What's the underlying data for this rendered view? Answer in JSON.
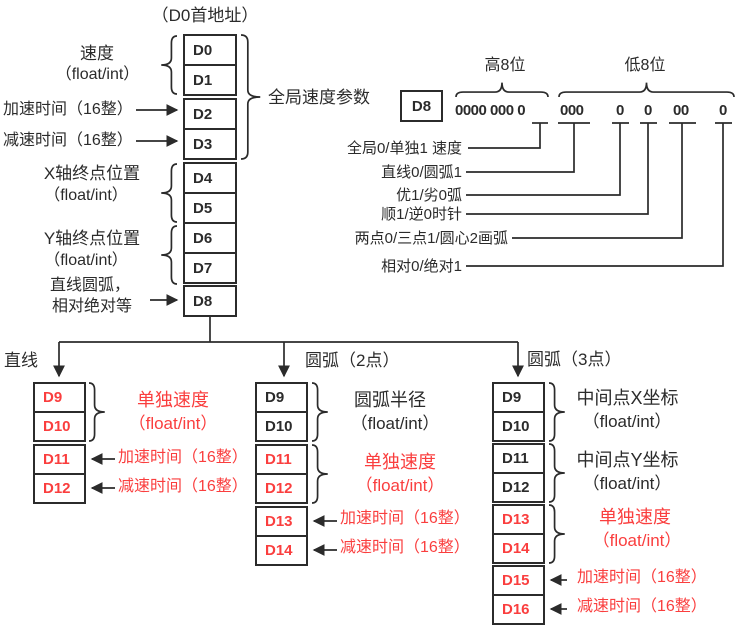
{
  "page": {
    "title": "（D0首地址）"
  },
  "colors": {
    "red": "#fa3e3e",
    "ink": "#2b2b2b"
  },
  "main_column": {
    "registers": [
      "D0",
      "D1",
      "D2",
      "D3",
      "D4",
      "D5",
      "D6",
      "D7",
      "D8"
    ],
    "labels": {
      "speed": "速度",
      "speed_sub": "（float/int）",
      "accel": "加速时间（16整）",
      "decel": "减速时间（16整）",
      "x_end": "X轴终点位置",
      "x_end_sub": "（float/int）",
      "y_end": "Y轴终点位置",
      "y_end_sub": "（float/int）",
      "d8_note1": "直线圆弧，",
      "d8_note2": "相对绝对等",
      "global_speed": "全局速度参数"
    }
  },
  "bitfield": {
    "register": "D8",
    "high_label": "高8位",
    "low_label": "低8位",
    "groups": [
      "0000 000 0",
      "000",
      "0",
      "0",
      "00",
      "0"
    ],
    "labels": [
      "全局0/单独1 速度",
      "直线0/圆弧1",
      "优1/劣0弧",
      "顺1/逆0时针",
      "两点0/三点1/圆心2画弧",
      "相对0/绝对1"
    ]
  },
  "branches": [
    {
      "title": "直线",
      "registers": [
        "D9",
        "D10",
        "D11",
        "D12"
      ],
      "register_colors": [
        "red",
        "red",
        "red",
        "red"
      ],
      "labels": [
        {
          "text": "单独速度",
          "sub": "（float/int）",
          "color": "red"
        },
        {
          "text": "加速时间（16整）",
          "color": "red"
        },
        {
          "text": "减速时间（16整）",
          "color": "red"
        }
      ]
    },
    {
      "title": "圆弧（2点）",
      "registers": [
        "D9",
        "D10",
        "D11",
        "D12",
        "D13",
        "D14"
      ],
      "register_colors": [
        "ink",
        "ink",
        "red",
        "red",
        "red",
        "red"
      ],
      "labels": [
        {
          "text": "圆弧半径",
          "sub": "（float/int）",
          "color": "ink"
        },
        {
          "text": "单独速度",
          "sub": "（float/int）",
          "color": "red"
        },
        {
          "text": "加速时间（16整）",
          "color": "red"
        },
        {
          "text": "减速时间（16整）",
          "color": "red"
        }
      ]
    },
    {
      "title": "圆弧（3点）",
      "registers": [
        "D9",
        "D10",
        "D11",
        "D12",
        "D13",
        "D14",
        "D15",
        "D16"
      ],
      "register_colors": [
        "ink",
        "ink",
        "ink",
        "ink",
        "red",
        "red",
        "red",
        "red"
      ],
      "labels": [
        {
          "text": "中间点X坐标",
          "sub": "（float/int）",
          "color": "ink"
        },
        {
          "text": "中间点Y坐标",
          "sub": "（float/int）",
          "color": "ink"
        },
        {
          "text": "单独速度",
          "sub": "（float/int）",
          "color": "red"
        },
        {
          "text": "加速时间（16整）",
          "color": "red"
        },
        {
          "text": "减速时间（16整）",
          "color": "red"
        }
      ]
    }
  ]
}
